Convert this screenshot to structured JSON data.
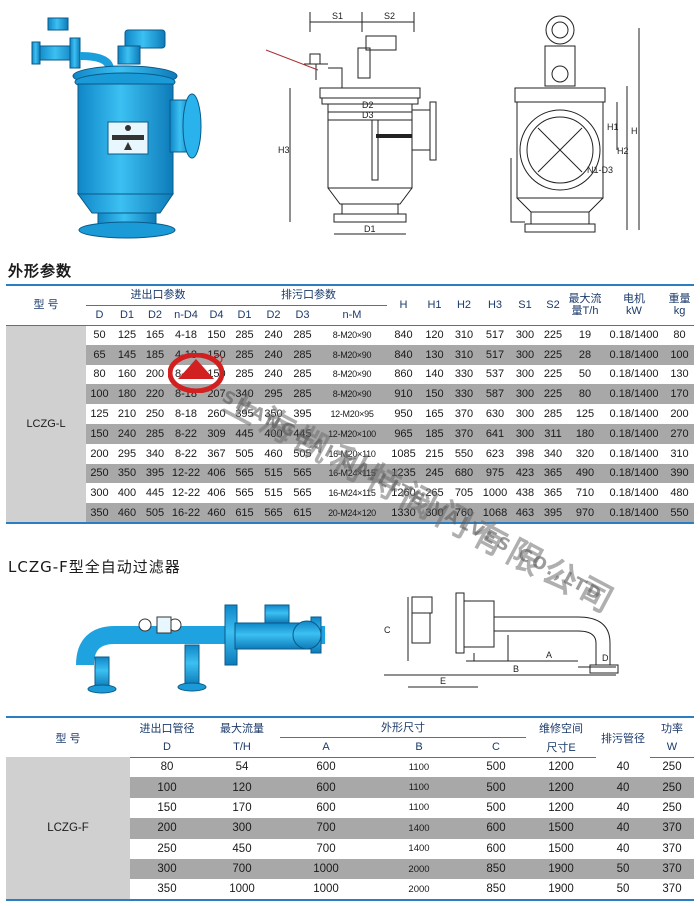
{
  "drawing_labels": {
    "S1": "S1",
    "S2": "S2",
    "D2": "D2",
    "D3": "D3",
    "D1": "D1",
    "H": "H",
    "H1": "H1",
    "H2": "H2",
    "H3": "H3",
    "N1D3": "N1-D3"
  },
  "section1": {
    "title": "外形参数",
    "header": {
      "model": "型 号",
      "inlet_group": "进出口参数",
      "drain_group": "排污口参数",
      "H": "H",
      "H1": "H1",
      "H2": "H2",
      "H3": "H3",
      "S1": "S1",
      "S2": "S2",
      "flow": "最大流量T/h",
      "motor": "电机kW",
      "weight": "重量kg",
      "inlet_cols": [
        "D",
        "D1",
        "D2",
        "n-D4",
        "D4"
      ],
      "drain_cols": [
        "D1",
        "D2",
        "D3",
        "n-M"
      ]
    },
    "model": "LCZG-L",
    "rows": [
      [
        "50",
        "125",
        "165",
        "4-18",
        "150",
        "285",
        "240",
        "285",
        "8-M20×90",
        "840",
        "120",
        "310",
        "517",
        "300",
        "225",
        "19",
        "0.18/1400",
        "80"
      ],
      [
        "65",
        "145",
        "185",
        "4-18",
        "150",
        "285",
        "240",
        "285",
        "8-M20×90",
        "840",
        "130",
        "310",
        "517",
        "300",
        "225",
        "28",
        "0.18/1400",
        "100"
      ],
      [
        "80",
        "160",
        "200",
        "8-18",
        "150",
        "285",
        "240",
        "285",
        "8-M20×90",
        "860",
        "140",
        "330",
        "537",
        "300",
        "225",
        "50",
        "0.18/1400",
        "130"
      ],
      [
        "100",
        "180",
        "220",
        "8-18",
        "207",
        "340",
        "295",
        "285",
        "8-M20×90",
        "910",
        "150",
        "330",
        "587",
        "300",
        "225",
        "80",
        "0.18/1400",
        "170"
      ],
      [
        "125",
        "210",
        "250",
        "8-18",
        "260",
        "395",
        "350",
        "395",
        "12-M20×95",
        "950",
        "165",
        "370",
        "630",
        "300",
        "285",
        "125",
        "0.18/1400",
        "200"
      ],
      [
        "150",
        "240",
        "285",
        "8-22",
        "309",
        "445",
        "400",
        "445",
        "12-M20×100",
        "965",
        "185",
        "370",
        "641",
        "300",
        "311",
        "180",
        "0.18/1400",
        "270"
      ],
      [
        "200",
        "295",
        "340",
        "8-22",
        "367",
        "505",
        "460",
        "505",
        "16-M20×110",
        "1085",
        "215",
        "550",
        "623",
        "398",
        "340",
        "320",
        "0.18/1400",
        "310"
      ],
      [
        "250",
        "350",
        "395",
        "12-22",
        "406",
        "565",
        "515",
        "565",
        "16-M24×115",
        "1235",
        "245",
        "680",
        "975",
        "423",
        "365",
        "490",
        "0.18/1400",
        "390"
      ],
      [
        "300",
        "400",
        "445",
        "12-22",
        "406",
        "565",
        "515",
        "565",
        "16-M24×115",
        "1260",
        "265",
        "705",
        "1000",
        "438",
        "365",
        "710",
        "0.18/1400",
        "480"
      ],
      [
        "350",
        "460",
        "505",
        "16-22",
        "460",
        "615",
        "565",
        "615",
        "20-M24×120",
        "1330",
        "300",
        "760",
        "1068",
        "463",
        "395",
        "970",
        "0.18/1400",
        "550"
      ]
    ]
  },
  "watermark": {
    "cn": "上海凯利特阀门有限公司",
    "en": "SHANGHAI KAILITE VALVES CO.,LTD"
  },
  "section2": {
    "title": "LCZG-F型全自动过滤器",
    "drawing_labels": {
      "A": "A",
      "B": "B",
      "C": "C",
      "D": "D",
      "E": "E"
    },
    "header": {
      "model": "型 号",
      "inlet": "进出口管径",
      "inlet_unit": "D",
      "flow": "最大流量",
      "flow_unit": "T/H",
      "dims": "外形尺寸",
      "A": "A",
      "B": "B",
      "C": "C",
      "maint": "维修空间",
      "maint_unit": "尺寸E",
      "drain": "排污管径",
      "power": "功率",
      "power_unit": "W"
    },
    "model": "LCZG-F",
    "rows": [
      [
        "80",
        "54",
        "600",
        "1100",
        "500",
        "1200",
        "40",
        "250"
      ],
      [
        "100",
        "120",
        "600",
        "1100",
        "500",
        "1200",
        "40",
        "250"
      ],
      [
        "150",
        "170",
        "600",
        "1100",
        "500",
        "1200",
        "40",
        "250"
      ],
      [
        "200",
        "300",
        "700",
        "1400",
        "600",
        "1500",
        "40",
        "370"
      ],
      [
        "250",
        "450",
        "700",
        "1400",
        "600",
        "1500",
        "40",
        "370"
      ],
      [
        "300",
        "700",
        "1000",
        "2000",
        "850",
        "1900",
        "50",
        "370"
      ],
      [
        "350",
        "1000",
        "1000",
        "2000",
        "850",
        "1900",
        "50",
        "370"
      ]
    ]
  },
  "colors": {
    "accent_blue": "#2a7fc4",
    "body_blue": "#1fa3e0",
    "row_gray": "#a8a8a8",
    "logo_red": "#d21f1f"
  }
}
